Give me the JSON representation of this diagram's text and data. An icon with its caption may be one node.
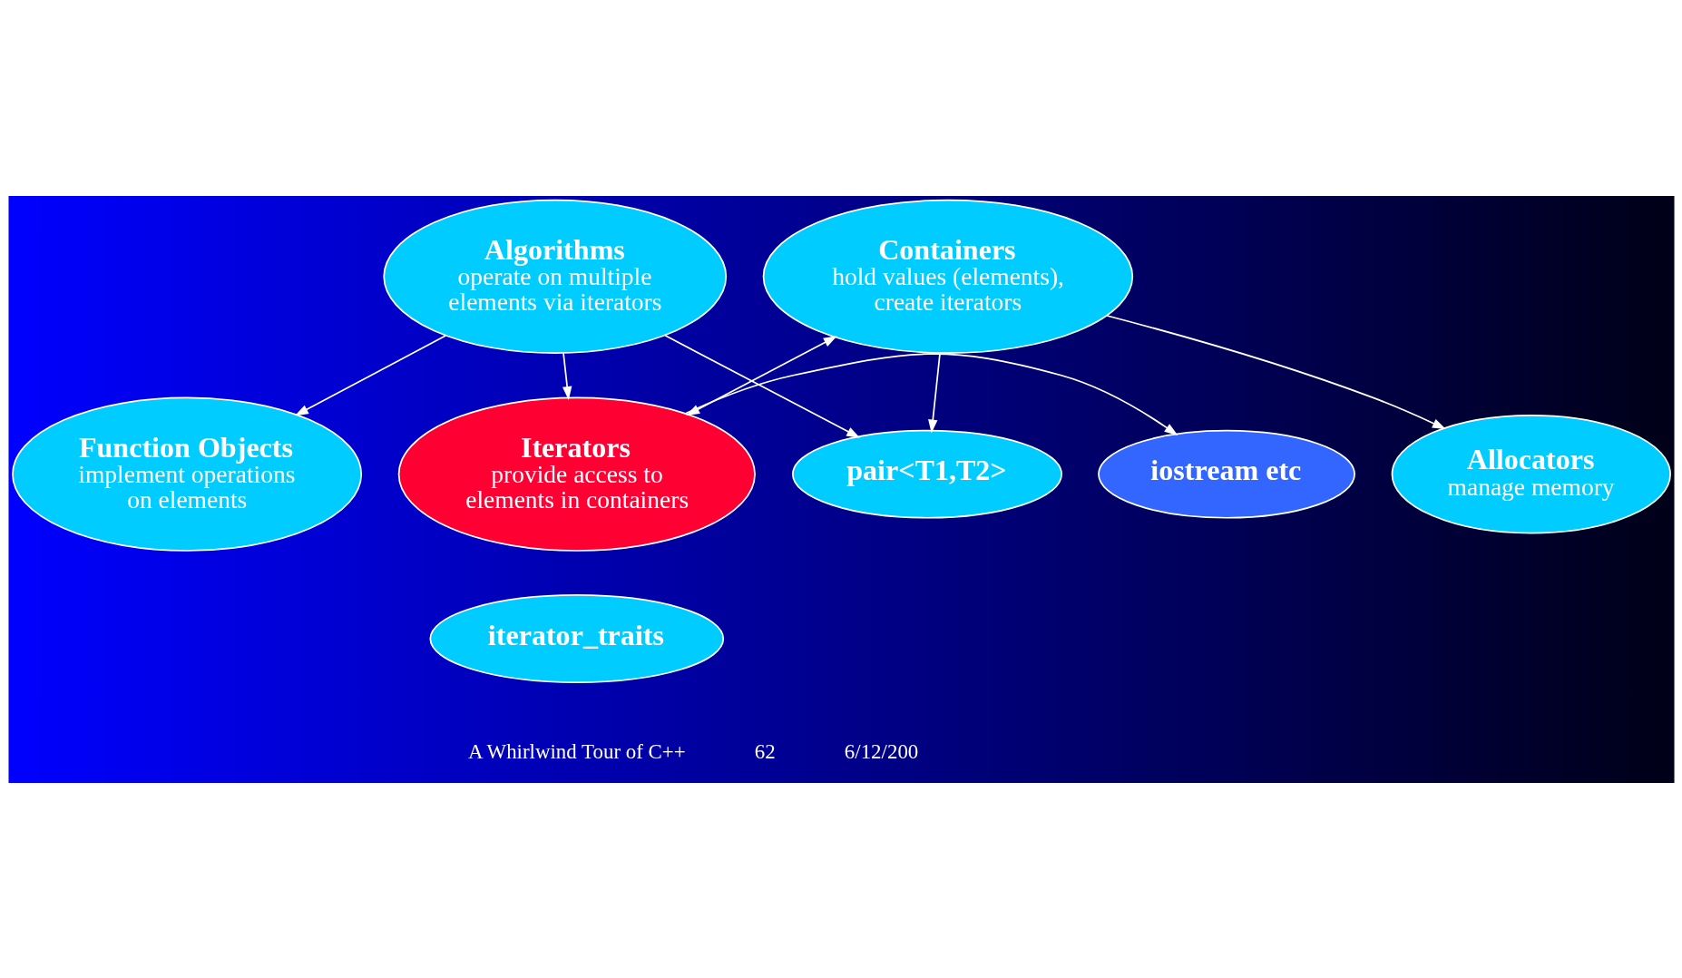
{
  "diagram": {
    "nodes": [
      {
        "text": [
          "Containers",
          "hold values (elements), create iterators"
        ]
      },
      {
        "text": [
          "Algorithms",
          "operate on multiple elements via iterators"
        ]
      },
      {
        "text": [
          "pair<T1,T2>"
        ]
      },
      {
        "text": [
          "Allocators",
          "manage memory"
        ]
      },
      {
        "text": [
          "Iterators",
          "provide access to elements in containers"
        ]
      },
      {
        "text": [
          "Function Objects",
          "implement operations on elements"
        ]
      },
      {
        "text": [
          "iostream etc"
        ]
      },
      {
        "text": [
          "iterator_traits"
        ]
      }
    ],
    "edges": [
      {
        "from": 0,
        "to": 3,
        "arrow": "to"
      },
      {
        "from": 0,
        "to": 2,
        "arrow": "to"
      },
      {
        "from": 0,
        "to": 4,
        "arrow": "both"
      },
      {
        "from": 1,
        "to": 2,
        "arrow": "to"
      },
      {
        "from": 1,
        "to": 4,
        "arrow": "to"
      },
      {
        "from": 1,
        "to": 5,
        "arrow": "to"
      },
      {
        "from": 4,
        "to": 6,
        "arrow": "to"
      }
    ],
    "labels": [
      "A Whirlwind Tour of C++",
      "62",
      "6/12/200"
    ]
  }
}
